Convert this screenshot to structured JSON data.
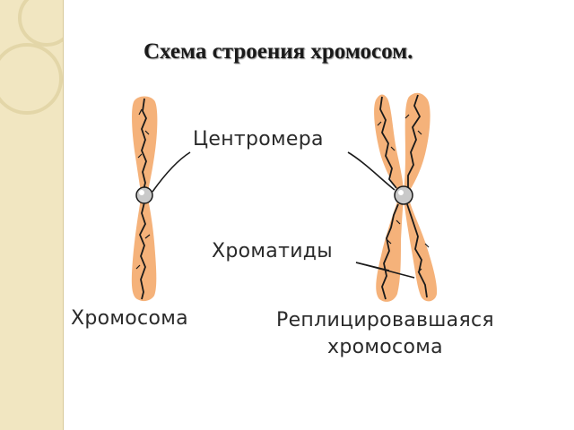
{
  "slide": {
    "title": "Схема строения хромосом."
  },
  "labels": {
    "centromere": "Центромера",
    "chromatids": "Хроматиды",
    "chromosome": "Хромосома",
    "replicated_line1": "Реплицировавшаяся",
    "replicated_line2": "хромосома"
  },
  "colors": {
    "chromatid_fill": "#f5b27a",
    "chromatin_line": "#1a1a1a",
    "centromere_fill": "#c9c9c9",
    "side_band": "#f1e6c1"
  }
}
